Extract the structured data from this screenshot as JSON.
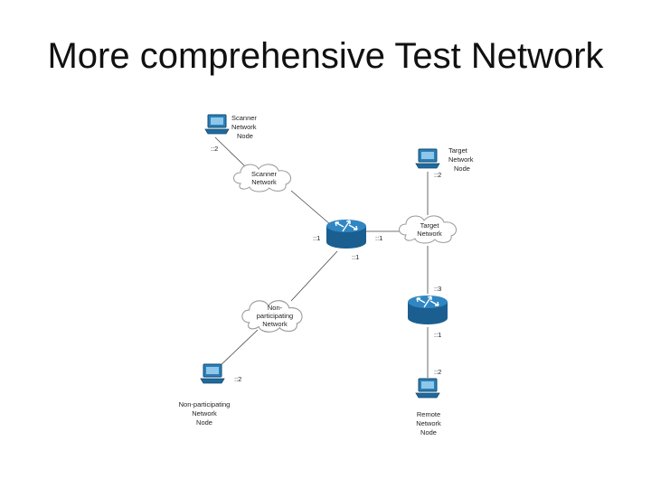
{
  "title": "More comprehensive Test Network",
  "nodes": {
    "scanner_node": [
      "Scanner",
      "Network",
      "Node"
    ],
    "target_node": [
      "Target",
      "Network",
      "Node"
    ],
    "nonpart_node": [
      "Non-participating",
      "Network",
      "Node"
    ],
    "remote_node": [
      "Remote",
      "Network",
      "Node"
    ]
  },
  "networks": {
    "scanner_net": [
      "Scanner",
      "Network"
    ],
    "target_net": [
      "Target",
      "Network"
    ],
    "nonpart_net": [
      "Non-",
      "participating",
      "Network"
    ]
  },
  "addresses": {
    "scanner_node": "::2",
    "target_node": "::2",
    "router1_left": "::1",
    "router1_right": "::1",
    "router1_bottom": "::1",
    "router2_top": "::3",
    "router2_bottom": "::1",
    "nonpart_node": "::2",
    "remote_node": "::2"
  },
  "colors": {
    "router": "#1e6a9e",
    "computer": "#2a7fb8",
    "line": "#444444",
    "cloud_stroke": "#999999"
  }
}
